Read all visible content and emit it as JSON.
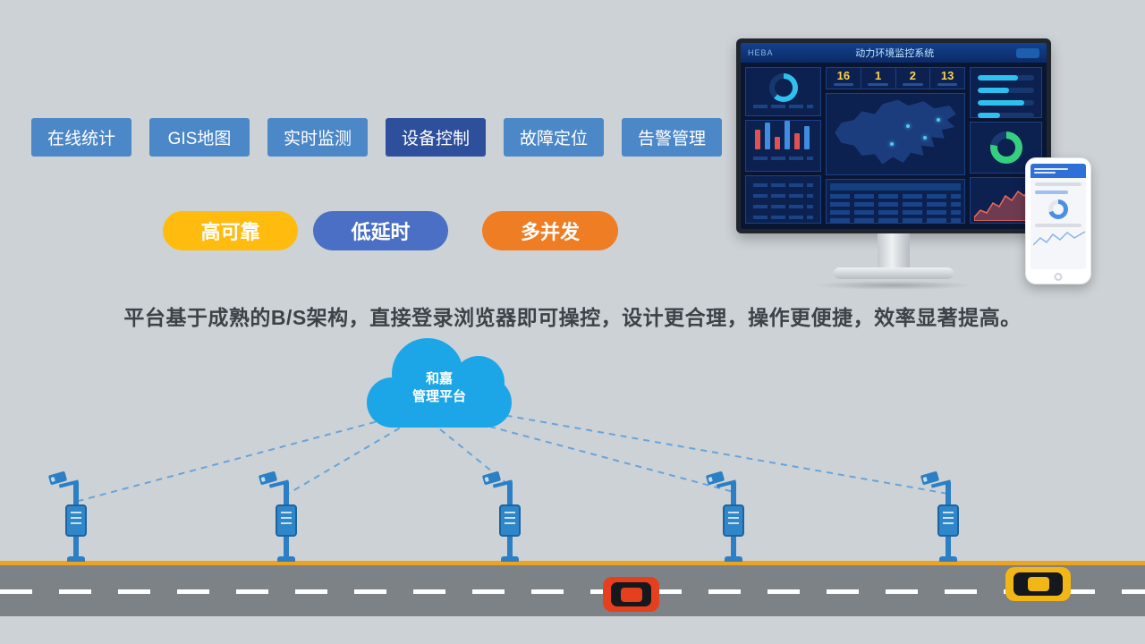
{
  "colors": {
    "background": "#cdd2d6",
    "button_blue": "#4c88c8",
    "button_active": "#2e4f9c",
    "cloud_blue": "#1ca6e8",
    "connection_line": "#6aa3d8",
    "pole_blue": "#2c7fc4",
    "road_edge_orange": "#eea31f",
    "car_red": "#e63f1d",
    "car_yellow": "#f3b617"
  },
  "feature_buttons": [
    {
      "label": "在线统计",
      "active": false
    },
    {
      "label": "GIS地图",
      "active": false
    },
    {
      "label": "实时监测",
      "active": false
    },
    {
      "label": "设备控制",
      "active": true
    },
    {
      "label": "故障定位",
      "active": false
    },
    {
      "label": "告警管理",
      "active": false
    }
  ],
  "pills": [
    {
      "label": "高可靠",
      "color": "#ffbc0f"
    },
    {
      "label": "低延时",
      "color": "#4a6fc4"
    },
    {
      "label": "多并发",
      "color": "#ef7d23"
    }
  ],
  "description": "平台基于成熟的B/S架构，直接登录浏览器即可操控，设计更合理，操作更便捷，效率显著提高。",
  "cloud": {
    "line1": "和嘉",
    "line2": "管理平台"
  },
  "monitor": {
    "brand": "HEBA",
    "title": "动力环境监控系统",
    "stats": [
      "16",
      "1",
      "2",
      "13"
    ]
  }
}
